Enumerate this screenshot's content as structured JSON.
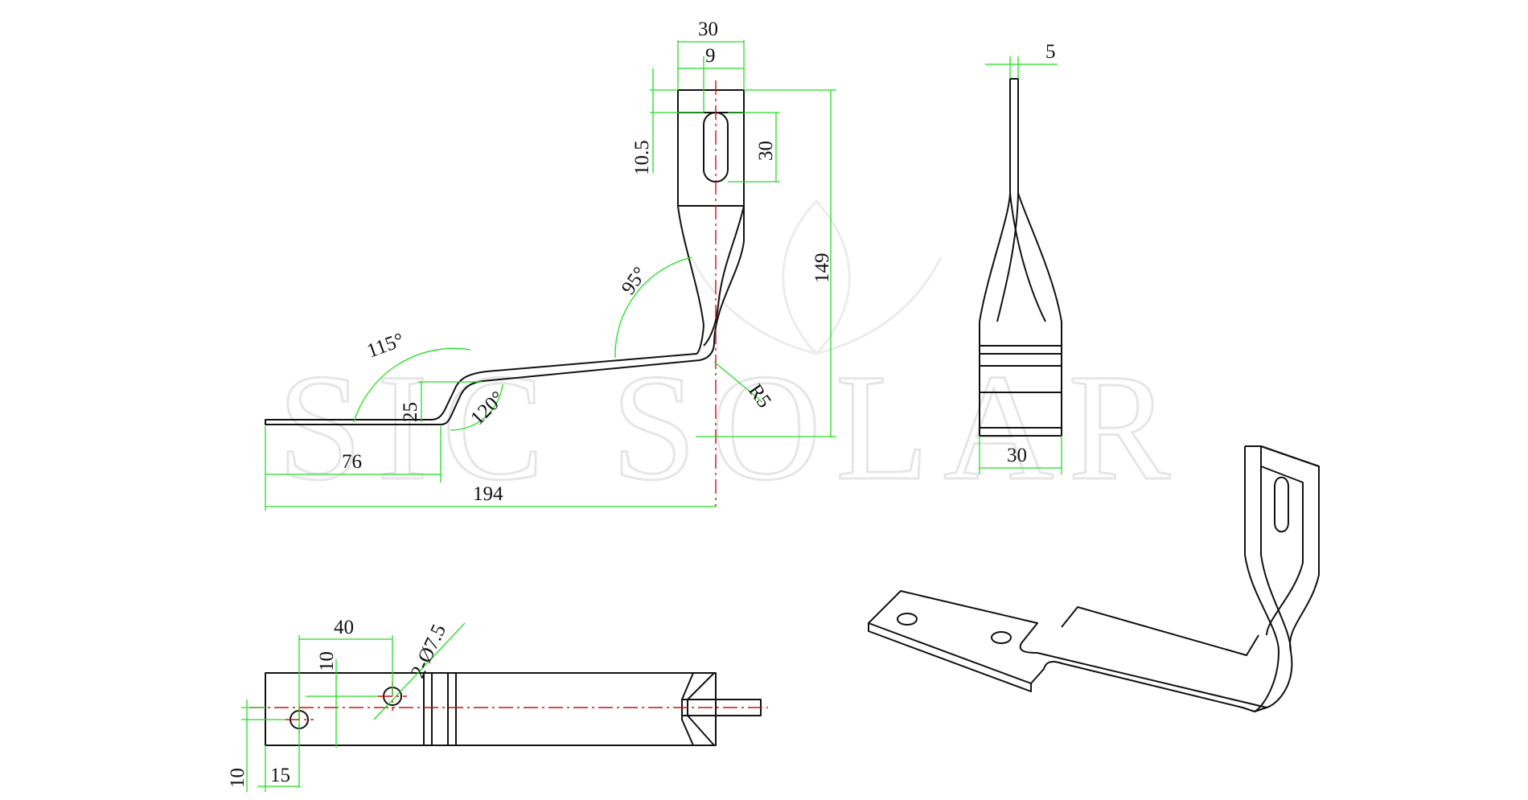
{
  "watermark": "SIC SOLAR",
  "colors": {
    "outline": "#111111",
    "dimension": "#22dd22",
    "centerline": "#cc1111",
    "watermark": "#e6e6e6"
  },
  "side_view": {
    "dim_top_width": "30",
    "dim_slot_offset": "9",
    "dim_slot_top": "10.5",
    "dim_slot_length": "30",
    "dim_height": "149",
    "angle_upper": "95°",
    "angle_left": "115°",
    "angle_lower": "120°",
    "dim_step": "25",
    "radius": "R5",
    "dim_base_left": "76",
    "dim_total_length": "194"
  },
  "end_view": {
    "dim_thickness": "5",
    "dim_width": "30"
  },
  "top_view": {
    "dim_hole_spacing": "40",
    "dim_hole_offset": "10",
    "dim_holes": "2-Ø7.5",
    "dim_edge_offset": "10",
    "dim_end_offset": "15"
  }
}
